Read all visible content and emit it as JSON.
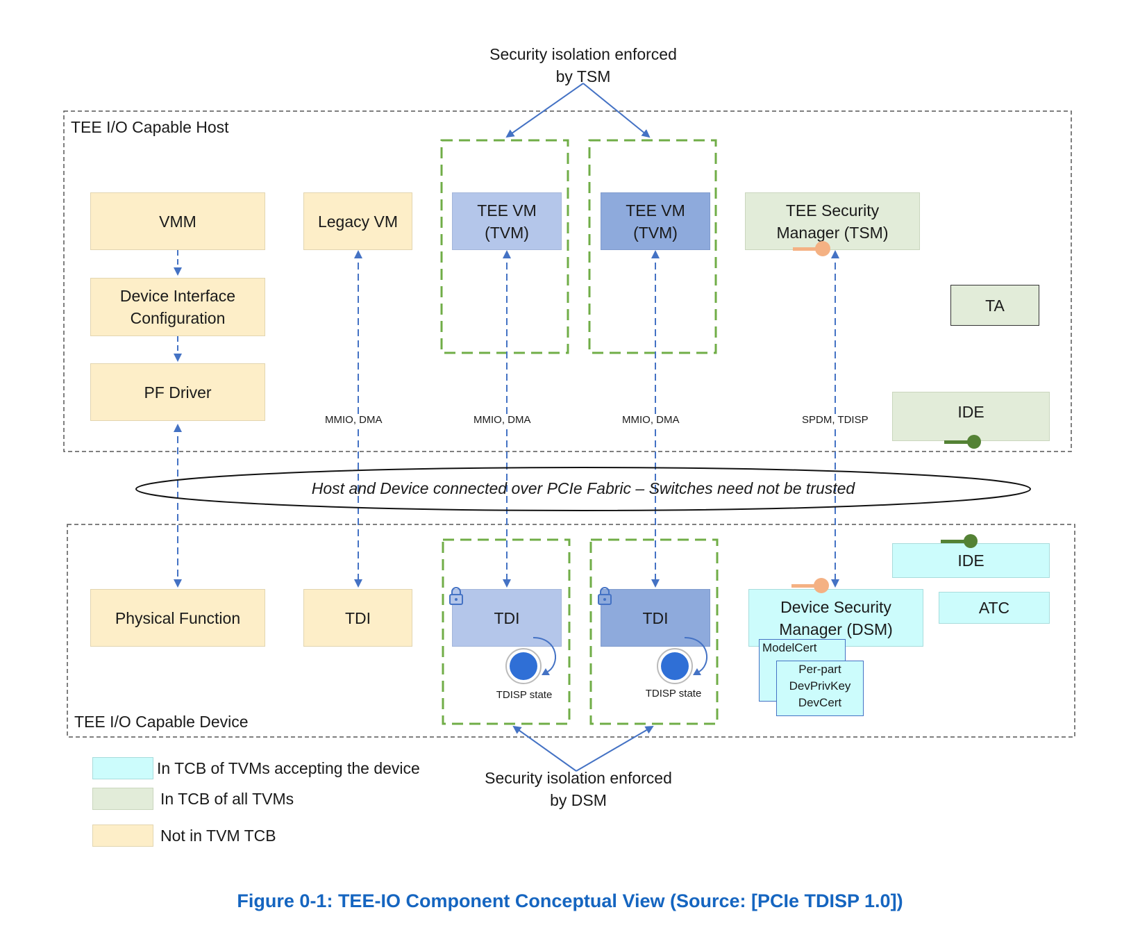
{
  "containers": {
    "host_label": "TEE I/O Capable Host",
    "device_label": "TEE I/O Capable Device"
  },
  "annotations": {
    "top_line1": "Security isolation enforced",
    "top_line2": "by TSM",
    "bottom_line1": "Security isolation enforced",
    "bottom_line2": "by DSM"
  },
  "fabric": "Host and Device connected over PCIe Fabric – Switches need not be trusted",
  "host": {
    "vmm": "VMM",
    "dic_line1": "Device Interface",
    "dic_line2": "Configuration",
    "pf_driver": "PF Driver",
    "legacy_vm": "Legacy VM",
    "tvm1_line1": "TEE VM",
    "tvm1_line2": "(TVM)",
    "tvm2_line1": "TEE VM",
    "tvm2_line2": "(TVM)",
    "tsm_line1": "TEE Security",
    "tsm_line2": "Manager (TSM)",
    "ta": "TA",
    "ide": "IDE"
  },
  "links": {
    "legacy": "MMIO, DMA",
    "tvm1": "MMIO, DMA",
    "tvm2": "MMIO, DMA",
    "tsm": "SPDM, TDISP"
  },
  "device": {
    "pf": "Physical Function",
    "tdi_legacy": "TDI",
    "tdi1": "TDI",
    "tdi2": "TDI",
    "tdisp1": "TDISP state",
    "tdisp2": "TDISP state",
    "ide": "IDE",
    "atc": "ATC",
    "dsm_line1": "Device Security",
    "dsm_line2": "Manager (DSM)",
    "cert1": "ModelCert",
    "cert2_line1": "Per-part",
    "cert2_line2": "DevPrivKey",
    "cert2_line3": "DevCert"
  },
  "legend": [
    {
      "label": "In TCB of TVMs accepting the device",
      "color": "#ccfcfc"
    },
    {
      "label": "In TCB of all TVMs",
      "color": "#e2ecd9"
    },
    {
      "label": "Not in TVM TCB",
      "color": "#fdeec8"
    }
  ],
  "caption": "Figure 0-1: TEE-IO Component Conceptual View (Source: [PCIe TDISP 1.0])",
  "colors": {
    "arrow": "#4472c4",
    "isolation_border": "#70ad47",
    "caption": "#1565c0",
    "key_orange": "#f4b183",
    "key_green": "#548235"
  }
}
